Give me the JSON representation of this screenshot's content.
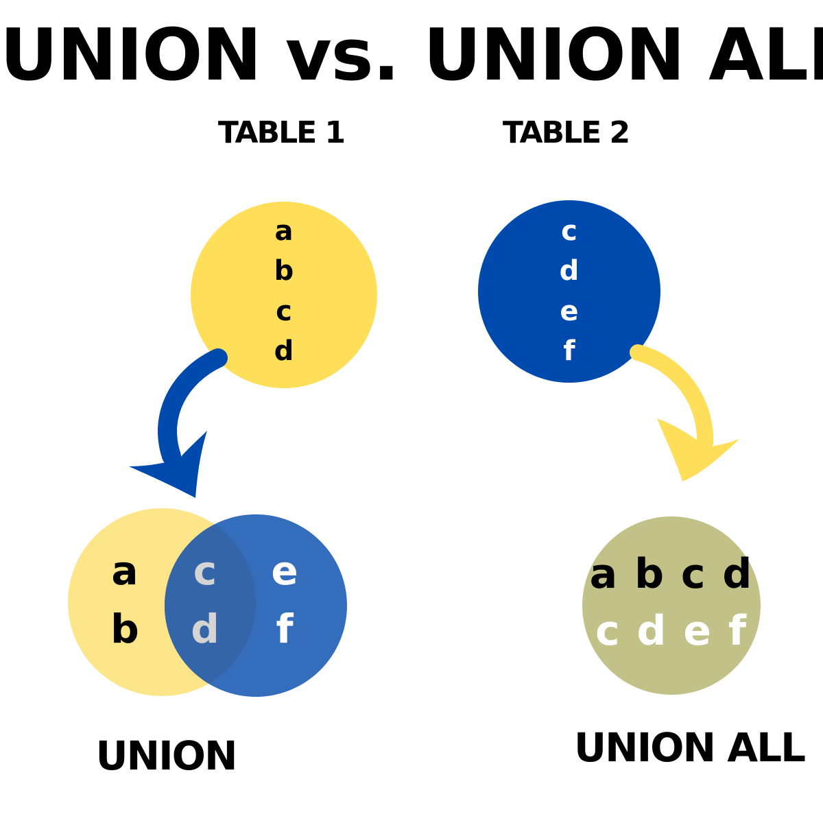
{
  "title": "UNION vs. UNION ALL",
  "table1": {
    "label": "TABLE 1",
    "values": [
      "a",
      "b",
      "c",
      "d"
    ],
    "color": "#FFDE59"
  },
  "table2": {
    "label": "TABLE 2",
    "values": [
      "c",
      "d",
      "e",
      "f"
    ],
    "color": "#004AAD"
  },
  "union": {
    "label": "UNION",
    "left_values": [
      "a",
      "b"
    ],
    "overlap_values": [
      "c",
      "d"
    ],
    "right_values": [
      "e",
      "f"
    ],
    "left_color": "#FDE68A",
    "right_color": "#356DBD",
    "overlap_color": "#3465A8"
  },
  "union_all": {
    "label": "UNION ALL",
    "row1": [
      "a",
      "b",
      "c",
      "d"
    ],
    "row2": [
      "c",
      "d",
      "e",
      "f"
    ],
    "color": "#C2C188"
  },
  "arrows": {
    "left_color": "#004AAD",
    "right_color": "#FFDE59"
  }
}
